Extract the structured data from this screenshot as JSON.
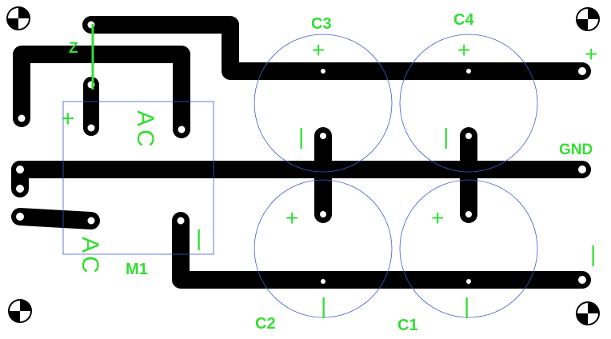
{
  "board": {
    "trace_color": "#000000",
    "silk_color": "#33dd33",
    "outline_color": "#3b5bd6",
    "background": "#ffffff"
  },
  "labels": {
    "c1": "C1",
    "c2": "C2",
    "c3": "C3",
    "c4": "C4",
    "m1": "M1",
    "z": "Z",
    "gnd": "GND",
    "ac_top": "AC",
    "ac_bottom": "AC",
    "plus": "+",
    "minus": "|"
  },
  "icons": {
    "registration_mark": "registration-target-icon"
  }
}
